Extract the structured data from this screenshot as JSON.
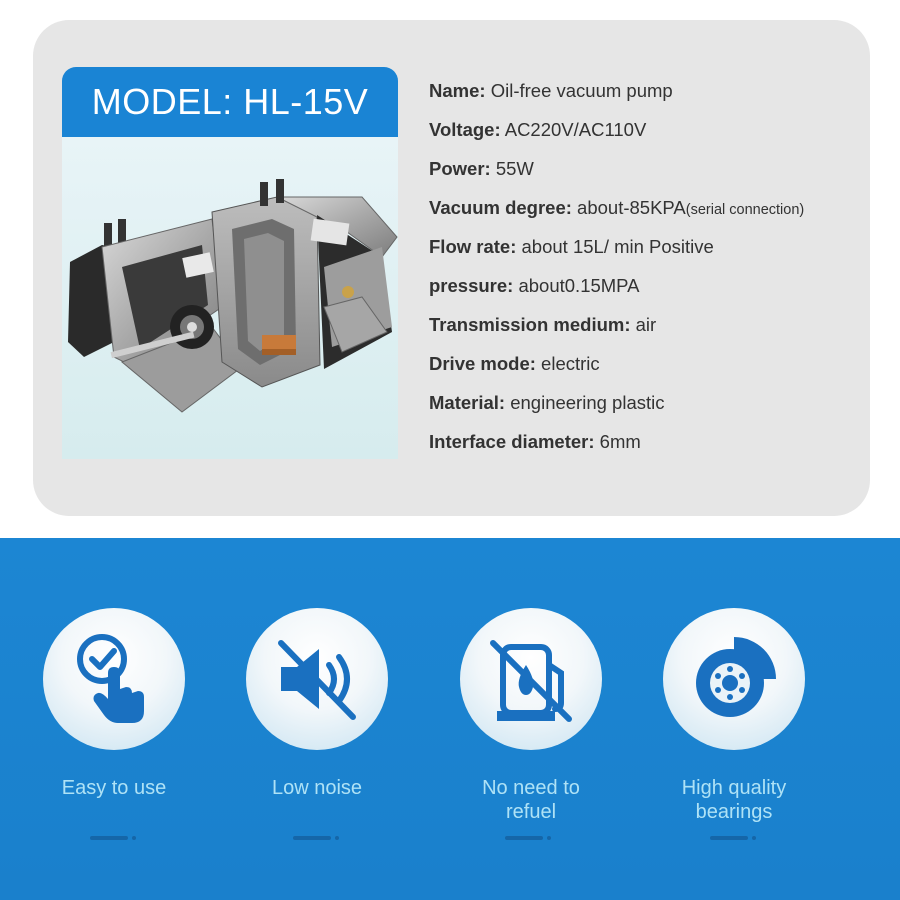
{
  "model": {
    "label": "MODEL: HL-15V"
  },
  "specs": [
    {
      "key": "Name:",
      "value": " Oil-free vacuum pump",
      "note": ""
    },
    {
      "key": "Voltage:",
      "value": " AC220V/AC110V",
      "note": ""
    },
    {
      "key": "Power:",
      "value": " 55W",
      "note": ""
    },
    {
      "key": "Vacuum degree:",
      "value": " about-85KPA",
      "note": "(serial connection)"
    },
    {
      "key": "Flow rate:",
      "value": " about 15L/ min Positive",
      "note": ""
    },
    {
      "key": "pressure:",
      "value": " about0.15MPA",
      "note": ""
    },
    {
      "key": "Transmission medium:",
      "value": " air",
      "note": ""
    },
    {
      "key": "Drive mode:",
      "value": " electric",
      "note": ""
    },
    {
      "key": "Material:",
      "value": " engineering plastic",
      "note": ""
    },
    {
      "key": "Interface diameter:",
      "value": " 6mm",
      "note": ""
    }
  ],
  "features": [
    {
      "label": "Easy to use",
      "icon": "touch-check-icon"
    },
    {
      "label": "Low noise",
      "icon": "speaker-muted-icon"
    },
    {
      "label": "No need to refuel",
      "icon": "no-fuel-icon"
    },
    {
      "label": "High quality bearings",
      "icon": "bearing-icon"
    }
  ],
  "colors": {
    "card_bg": "#e6e6e6",
    "banner_blue": "#1a84d4",
    "band_blue": "#1c86d3",
    "icon_blue": "#1a70c0",
    "label_cyan": "#aee2f6",
    "text_dark": "#333333"
  }
}
